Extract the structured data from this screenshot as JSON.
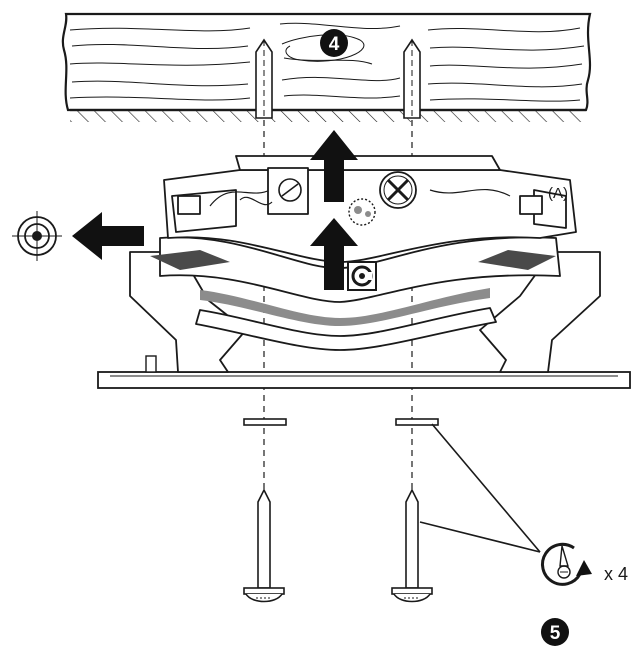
{
  "figure": {
    "step_upper": "4",
    "step_lower": "5",
    "part_label": "(A)",
    "quantity": "x 4"
  },
  "colors": {
    "line": "#1a1a1a",
    "fill_light": "#ffffff",
    "fill_shadow": "#8c8c8c",
    "arrow": "#111111"
  },
  "icons": [
    "wood-board-icon",
    "wall-plug-icon",
    "release-arrow-icon",
    "lock-screw-icon",
    "mounting-screw-icon",
    "target-symbol-icon",
    "rotate-screwdriver-icon"
  ]
}
